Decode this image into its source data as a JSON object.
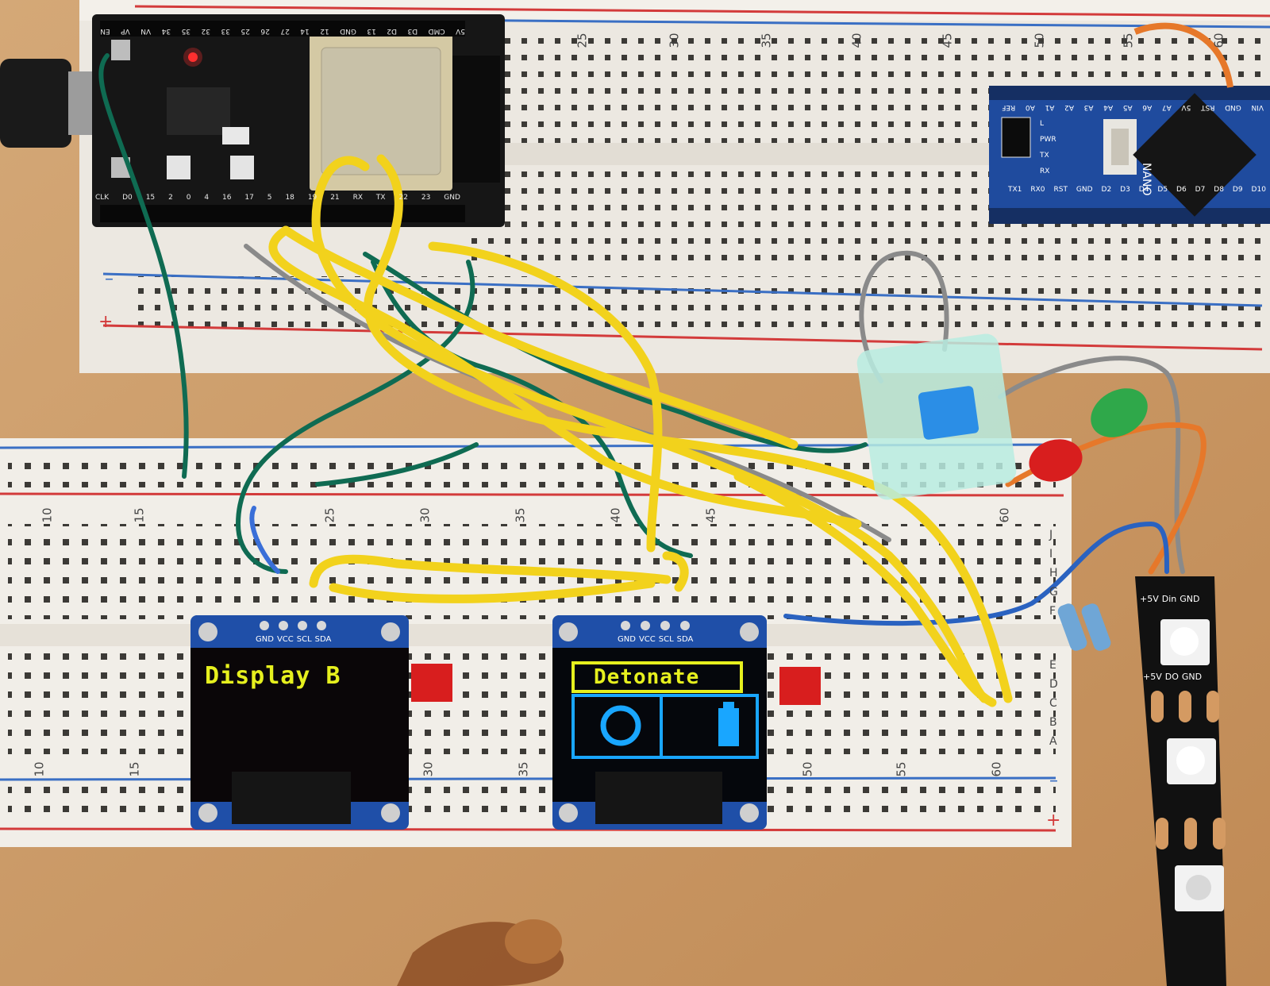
{
  "scene": {
    "colors": {
      "table": "#c89a68",
      "breadboard": "#f1eee8",
      "rail_red": "#d33b3b",
      "rail_blue": "#3a6fc4",
      "pcb_blue": "#1f4b9e",
      "wire_yellow": "#f2d21c",
      "wire_green": "#0f6b52",
      "wire_gray": "#8a8a8a",
      "wire_orange": "#e6782a",
      "oled_yellow": "#e6f01e",
      "oled_blue": "#19a6ff"
    }
  },
  "top_breadboard": {
    "column_numbers": [
      "25",
      "30",
      "35",
      "40",
      "45",
      "50",
      "55",
      "60"
    ],
    "rail_plus": "+",
    "rail_minus": "–"
  },
  "bottom_breadboard": {
    "column_numbers": [
      "10",
      "15",
      "25",
      "30",
      "35",
      "40",
      "45",
      "60"
    ],
    "column_numbers_lower": [
      "10",
      "15",
      "30",
      "35",
      "50",
      "55",
      "60"
    ],
    "row_letters_upper": [
      "J",
      "I",
      "H",
      "G",
      "F"
    ],
    "row_letters_lower": [
      "E",
      "D",
      "C",
      "B",
      "A"
    ],
    "rail_plus": "+",
    "rail_minus": "–"
  },
  "esp32": {
    "pin_labels_top": [
      "5V",
      "CMD",
      "D3",
      "D2",
      "13",
      "GND",
      "12",
      "14",
      "27",
      "26",
      "25",
      "33",
      "32",
      "35",
      "34",
      "VN",
      "VP",
      "EN"
    ],
    "pin_labels_bottom": [
      "CLK",
      "D0",
      "15",
      "2",
      "0",
      "4",
      "16",
      "17",
      "5",
      "18",
      "19",
      "21",
      "RX",
      "TX",
      "22",
      "23",
      "GND"
    ]
  },
  "arduino_nano": {
    "board_label": "NANO",
    "pins_top": [
      "VIN",
      "GND",
      "RST",
      "5V",
      "A7",
      "A6",
      "A5",
      "A4",
      "A3",
      "A2",
      "A1",
      "A0",
      "REF"
    ],
    "pins_bottom": [
      "TX1",
      "RX0",
      "RST",
      "GND",
      "D2",
      "D3",
      "D4",
      "D5",
      "D6",
      "D7",
      "D8",
      "D9",
      "D10"
    ],
    "leds": [
      "L",
      "PWR",
      "TX",
      "RX"
    ]
  },
  "oled_left": {
    "pins": [
      "GND",
      "VCC",
      "SCL",
      "SDA"
    ],
    "screen_text": "Display B"
  },
  "oled_right": {
    "pins": [
      "GND",
      "VCC",
      "SCL",
      "SDA"
    ],
    "screen_text": "Detonate"
  },
  "led_strip": {
    "pad_labels": [
      "+5V",
      "Din",
      "GND"
    ],
    "pad_labels_out": [
      "+5V",
      "DO",
      "GND"
    ]
  }
}
